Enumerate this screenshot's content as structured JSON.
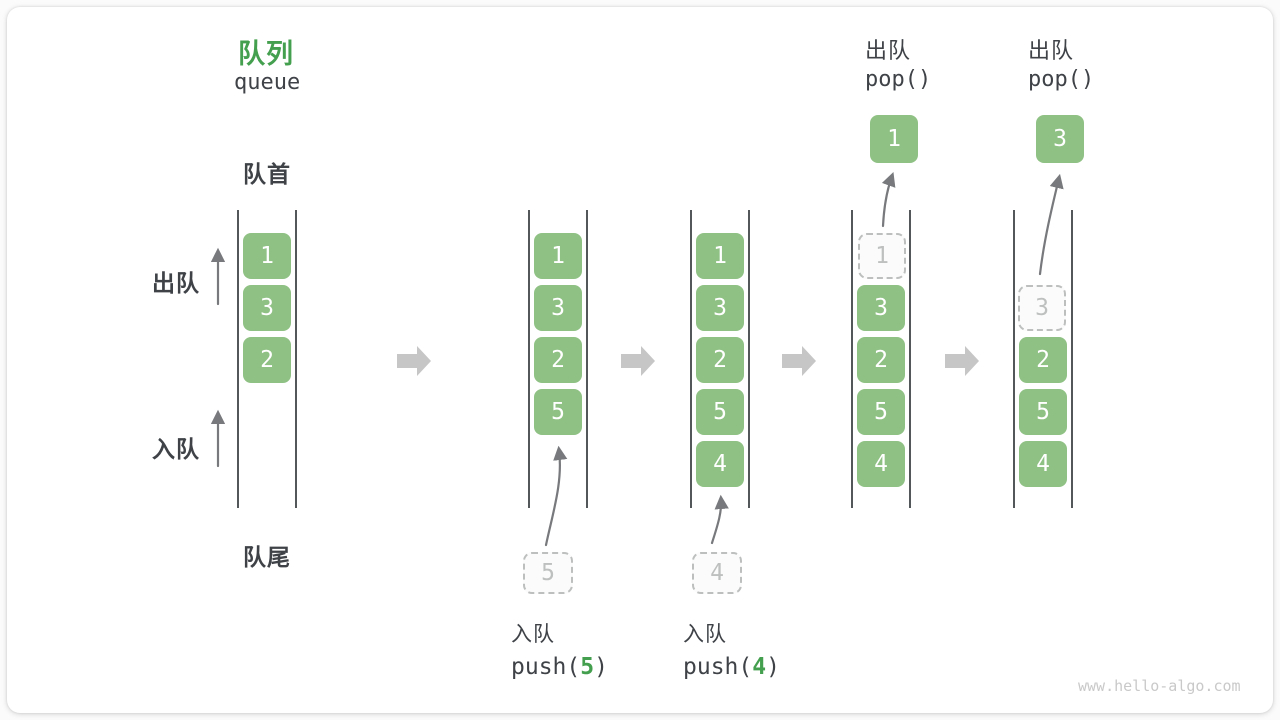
{
  "title": {
    "zh": "队列",
    "en": "queue"
  },
  "labels": {
    "front": "队首",
    "rear": "队尾",
    "dequeue": "出队",
    "enqueue": "入队"
  },
  "watermark": "www.hello-algo.com",
  "colors": {
    "accent_green": "#44a04e",
    "box_green": "#8fc184",
    "text_dark": "#3f4348",
    "ghost_gray": "#bdc0bf",
    "thin_arrow_gray": "#77797c",
    "block_arrow_gray": "#c6c6c6",
    "wall_gray": "#54575a"
  },
  "states": [
    {
      "boxes": [
        "1",
        "3",
        "2"
      ]
    },
    {
      "boxes": [
        "1",
        "3",
        "2",
        "5"
      ],
      "incoming": "5",
      "op": "入队",
      "code_pre": "push(",
      "code_arg": "5",
      "code_post": ")"
    },
    {
      "boxes": [
        "1",
        "3",
        "2",
        "5",
        "4"
      ],
      "incoming": "4",
      "op": "入队",
      "code_pre": "push(",
      "code_arg": "4",
      "code_post": ")"
    },
    {
      "ghost": "1",
      "boxes": [
        "3",
        "2",
        "5",
        "4"
      ],
      "popped": "1",
      "op": "出队",
      "code": "pop()"
    },
    {
      "ghost": "3",
      "boxes": [
        "2",
        "5",
        "4"
      ],
      "popped": "3",
      "op": "出队",
      "code": "pop()"
    }
  ]
}
